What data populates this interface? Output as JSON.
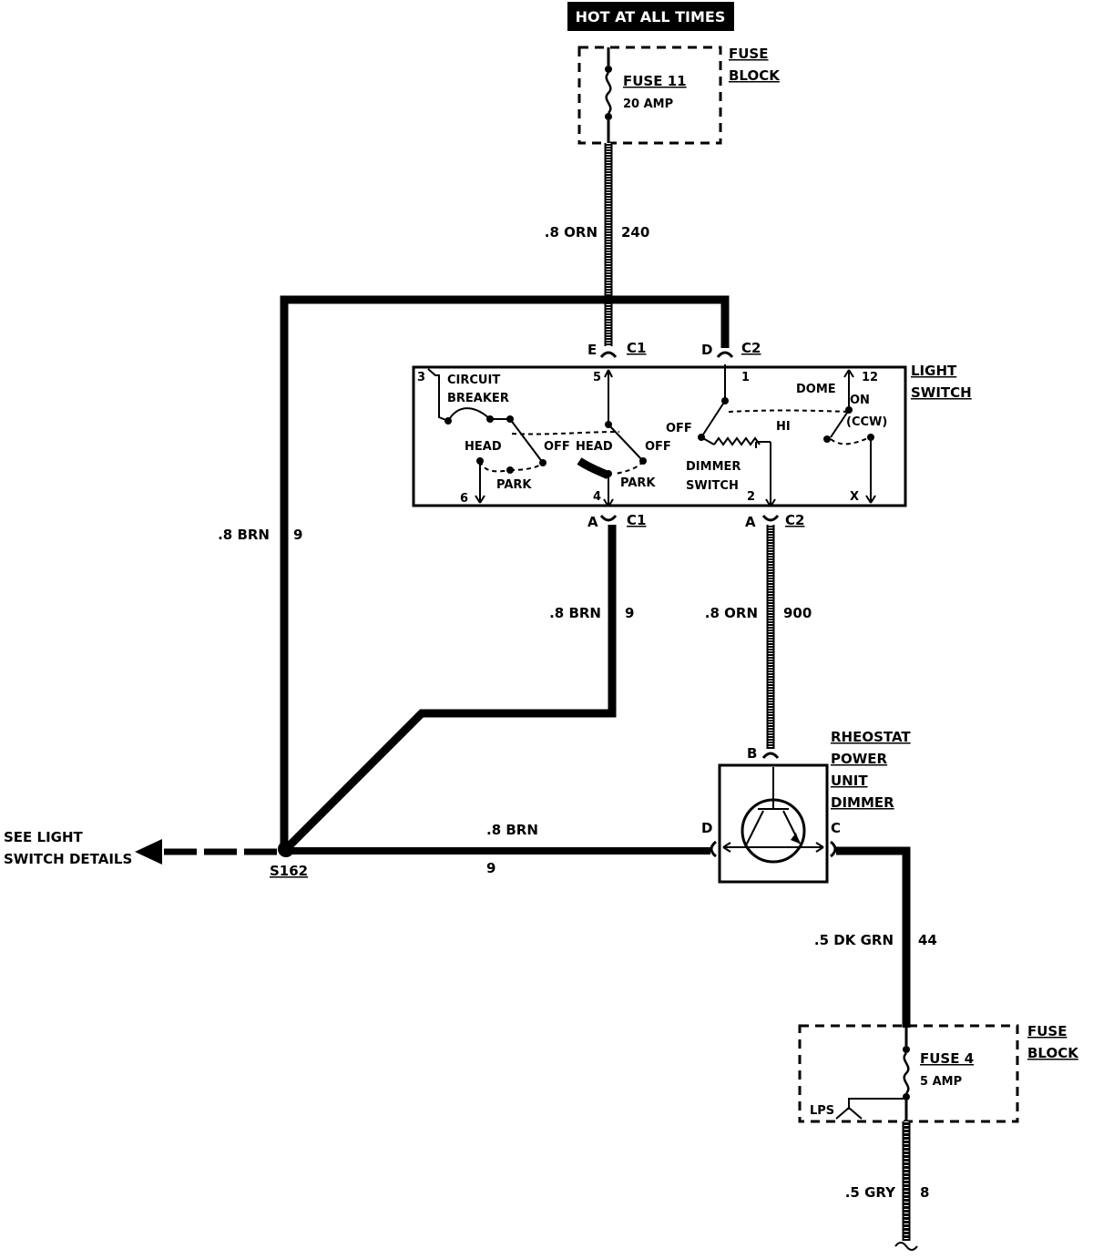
{
  "header": {
    "hot_label": "HOT AT ALL TIMES"
  },
  "fuse_block_top": {
    "label_line1": "FUSE",
    "label_line2": "BLOCK",
    "fuse_name": "FUSE 11",
    "fuse_rating": "20 AMP"
  },
  "wires": {
    "w240": {
      "gauge_color": ".8 ORN",
      "circuit": "240"
    },
    "w9_left": {
      "gauge_color": ".8 BRN",
      "circuit": "9"
    },
    "w9_mid": {
      "gauge_color": ".8 BRN",
      "circuit": "9"
    },
    "w900": {
      "gauge_color": ".8 ORN",
      "circuit": "900"
    },
    "w9_bottom": {
      "gauge_color": ".8 BRN",
      "circuit": "9"
    },
    "w44": {
      "gauge_color": ".5 DK GRN",
      "circuit": "44"
    },
    "w8": {
      "gauge_color": ".5 GRY",
      "circuit": "8"
    }
  },
  "light_switch": {
    "label_line1": "LIGHT",
    "label_line2": "SWITCH",
    "connectors": {
      "top_left_pin": "E",
      "top_left_conn": "C1",
      "top_right_pin": "D",
      "top_right_conn": "C2",
      "bottom_left_pin": "A",
      "bottom_left_conn": "C1",
      "bottom_right_pin": "A",
      "bottom_right_conn": "C2"
    },
    "terminals": [
      "3",
      "5",
      "1",
      "12",
      "6",
      "4",
      "2",
      "X"
    ],
    "labels": {
      "circuit": "CIRCUIT",
      "breaker": "BREAKER",
      "head_left": "HEAD",
      "off_left": "OFF",
      "park_left": "PARK",
      "head_mid": "HEAD",
      "off_mid": "OFF",
      "park_mid": "PARK",
      "off_dimmer": "OFF",
      "hi": "HI",
      "dimmer": "DIMMER",
      "switch": "SWITCH",
      "dome": "DOME",
      "on": "ON",
      "ccw": "(CCW)"
    }
  },
  "rheostat": {
    "label_lines": [
      "RHEOSTAT",
      "POWER",
      "UNIT",
      "DIMMER"
    ],
    "pin_b": "B",
    "pin_d": "D",
    "pin_c": "C"
  },
  "splice": {
    "label": "S162"
  },
  "see_details": {
    "line1": "SEE LIGHT",
    "line2": "SWITCH DETAILS"
  },
  "fuse_block_bottom": {
    "label_line1": "FUSE",
    "label_line2": "BLOCK",
    "fuse_name": "FUSE 4",
    "fuse_rating": "5 AMP",
    "lps_label": "LPS"
  }
}
